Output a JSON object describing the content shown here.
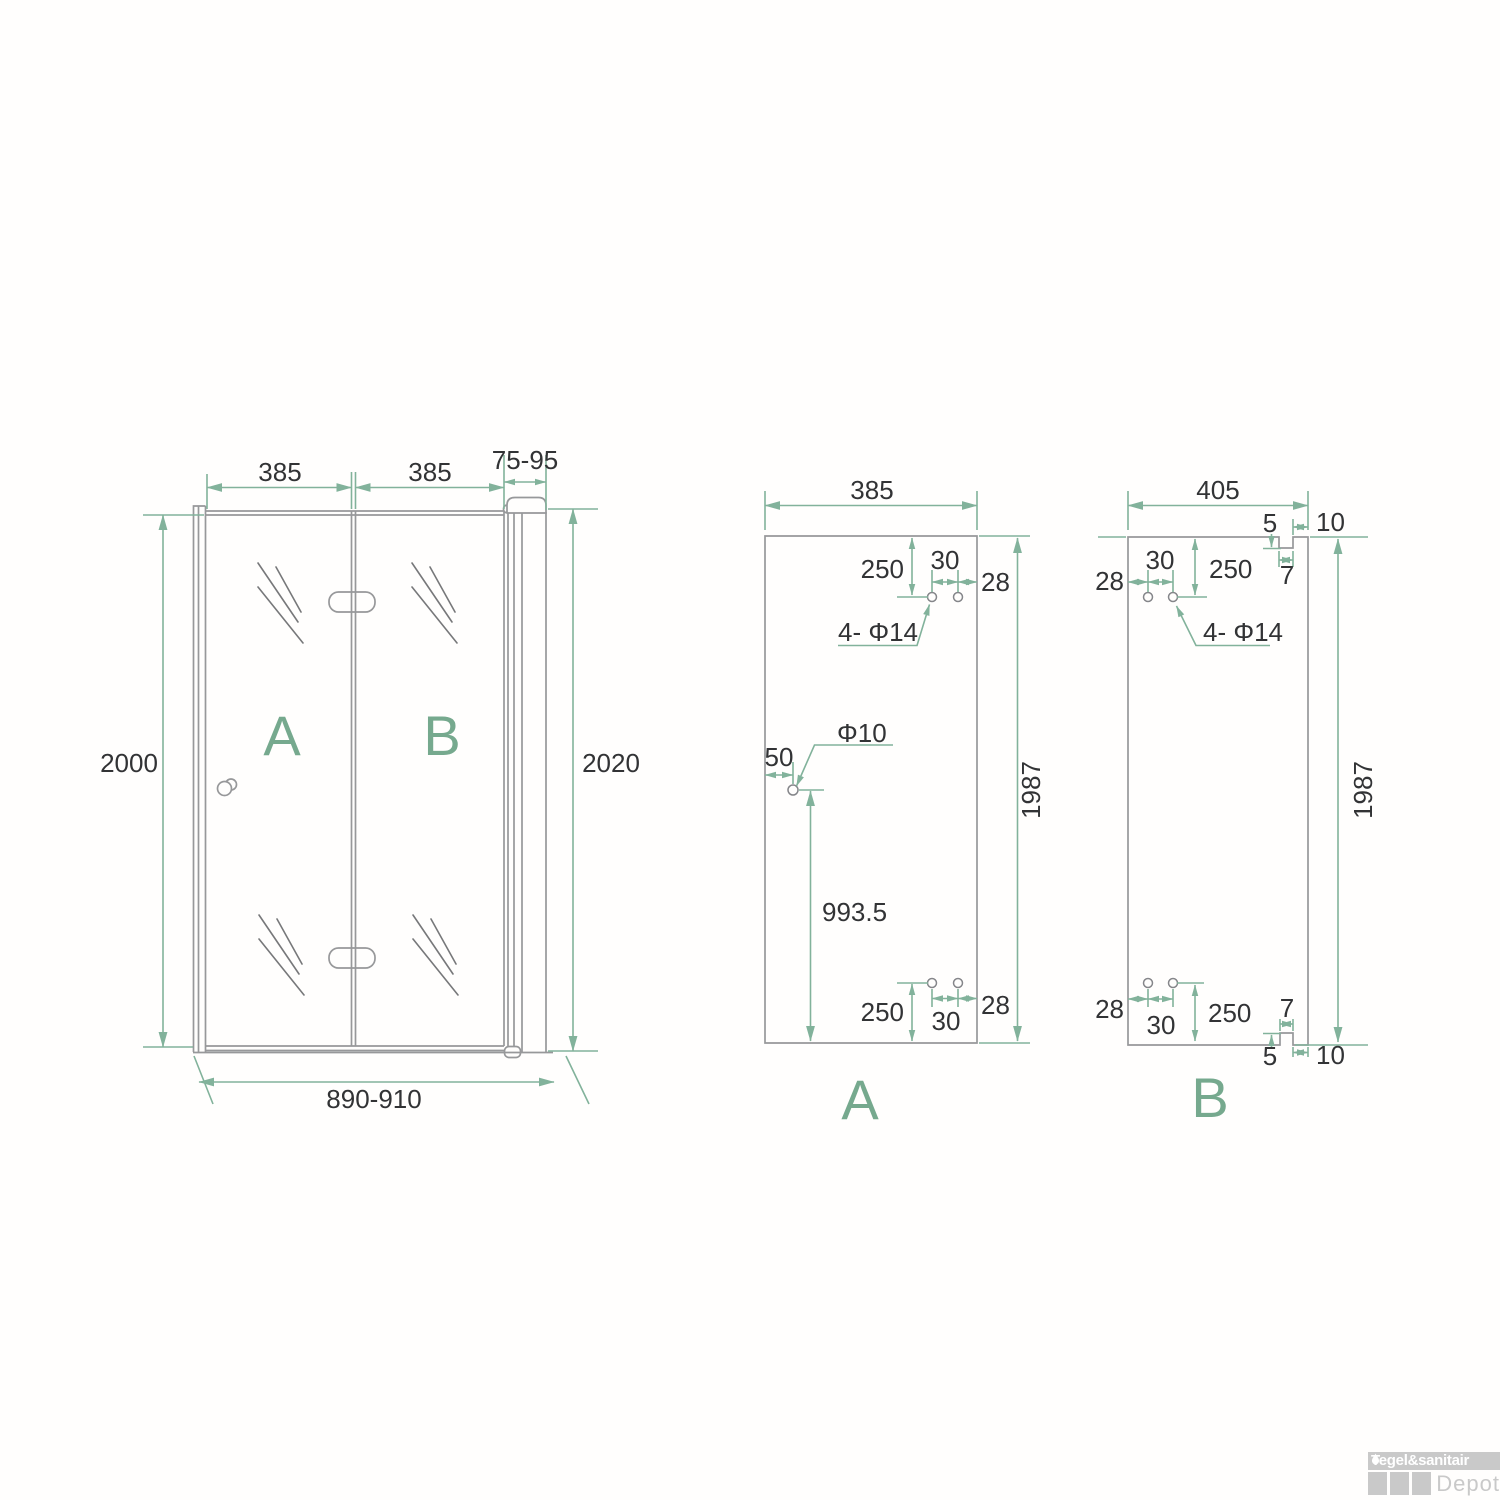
{
  "drawing": {
    "assembled": {
      "label_a": "A",
      "label_b": "B",
      "dim_panel_a_width": "385",
      "dim_panel_b_width": "385",
      "dim_wall_profile": "75-95",
      "dim_height_left": "2000",
      "dim_height_right": "2020",
      "dim_total_width": "890-910"
    },
    "panel_a": {
      "label": "A",
      "dim_width": "385",
      "dim_height": "1987",
      "dim_top_offset": "250",
      "dim_top_spacing": "30",
      "dim_top_edge": "28",
      "dim_holes": "4- Φ14",
      "dim_handle_dia": "Φ10",
      "dim_handle_edge": "50",
      "dim_handle_height": "993.5",
      "dim_bottom_offset": "250",
      "dim_bottom_spacing": "30",
      "dim_bottom_edge": "28"
    },
    "panel_b": {
      "label": "B",
      "dim_width": "405",
      "dim_height": "1987",
      "dim_top_notch_depth": "5",
      "dim_top_notch_offset": "10",
      "dim_top_notch_width": "7",
      "dim_top_edge": "28",
      "dim_top_spacing": "30",
      "dim_top_offset": "250",
      "dim_holes": "4- Φ14",
      "dim_bottom_edge": "28",
      "dim_bottom_spacing": "30",
      "dim_bottom_offset": "250",
      "dim_bottom_notch_width": "7",
      "dim_bottom_notch_depth": "5",
      "dim_bottom_notch_offset": "10"
    }
  },
  "logo": {
    "title": "Tegel&sanitair",
    "subtitle": "Depot"
  },
  "colors": {
    "dim_line": "#82b29b",
    "label_green": "#76a98e",
    "structure_gray": "#97989a",
    "text_dark": "#323335",
    "logo_gray": "#c9c9c9"
  }
}
